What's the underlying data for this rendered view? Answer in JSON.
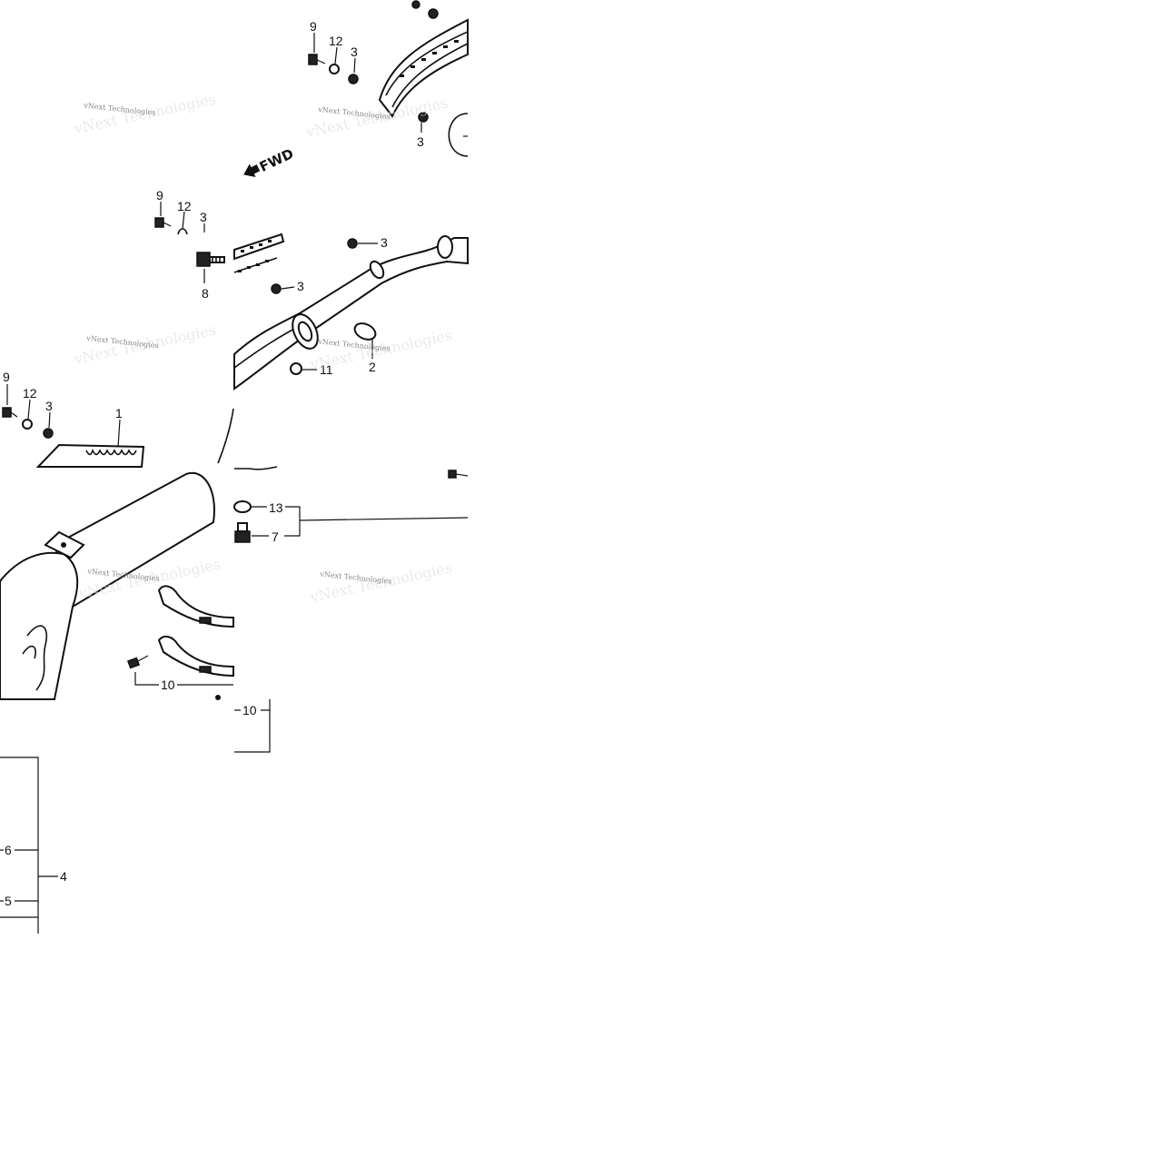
{
  "callouts": {
    "c9a": "9",
    "c12a": "12",
    "c3a": "3",
    "c3b": "3",
    "c9b": "9",
    "c12b": "12",
    "c3c": "3",
    "c8": "8",
    "c3d": "3",
    "c3e": "3",
    "c2": "2",
    "c11": "11",
    "c9c": "9",
    "c12c": "12",
    "c3f": "3",
    "c1": "1",
    "c13": "13",
    "c7": "7",
    "c10a": "10",
    "c10b": "10",
    "c6": "6",
    "c5": "5",
    "c4": "4"
  },
  "fwd_label": "FWD",
  "watermark": "vNext Technologies"
}
